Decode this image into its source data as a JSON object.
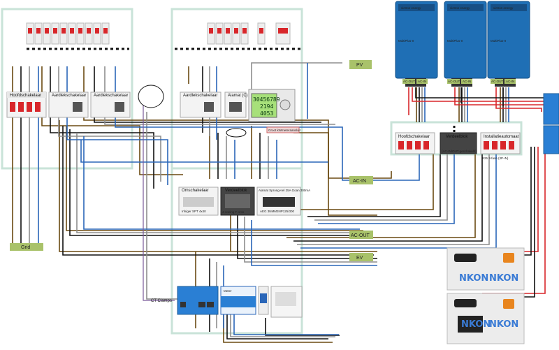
{
  "labels": {
    "pv": "PV",
    "grid": "Grid",
    "ac_in": "AC-IN",
    "ac_out": "AC-OUT",
    "ev": "EV",
    "ct_clamps": "CT Clamps",
    "hoofdschakelaar_1": "Hoofdschakelaar",
    "aardlekschakelaar_1": "Aardlekschakelaar",
    "aardlekschakelaar_2": "Aardlekschakelaar",
    "aardlekschakelaar_3": "Aardlekschakelaar",
    "alamat": "Alamat (C)",
    "groot_kwh": "Groot kWmeteraansluit",
    "omschakelaar": "Omschakelaar",
    "verdeelblok_1": "Verdeelblok",
    "alamat_sprong": "Alamat Sprong+rel 25A Goan 300mA",
    "inhiger": "Inhiger SPT 4x40",
    "4voeing": "4-voeing F oros",
    "aeg": "AEG 3NMM3NP125/300",
    "hoofdschakelaar_2": "Hoofdschakelaar",
    "verdeelblok_2": "Verdeelblok",
    "installatieautomaat": "Installatieautomaat",
    "ac_in_out": "(AC-IN/OUT geschakeld)",
    "b25": "B25 3-fase (3P+N)",
    "ac_out_a": "AC-OUT",
    "ac_in_a": "AC-IN",
    "ac_out_b": "AC-OUT",
    "ac_in_b": "AC-IN",
    "ac_out_c": "AC-OUT",
    "ac_in_c": "AC-IN",
    "nkon_1": "NKON",
    "nkon_2": "NKON",
    "nkon_3": "NKON",
    "nkon_4": "NKON",
    "victron_1": "victron energy",
    "victron_2": "victron energy",
    "victron_3": "victron energy",
    "multiplus_1": "MultiPlus-II",
    "multiplus_2": "MultiPlus-II",
    "multiplus_3": "MultiPlus-II",
    "meter_1": "Meter",
    "display": {
      "line1": "30456789",
      "line2": "2194",
      "line3": "4053"
    }
  },
  "colors": {
    "box_border": "#c9e3d8",
    "green_label": "#a9c26a",
    "brown": "#6b4a12",
    "black": "#111111",
    "grey": "#8e8e8e",
    "blue": "#2a66b8",
    "red": "#d8262a",
    "victron_blue": "#1f6fb5",
    "lcd_green": "#a7e07a"
  }
}
